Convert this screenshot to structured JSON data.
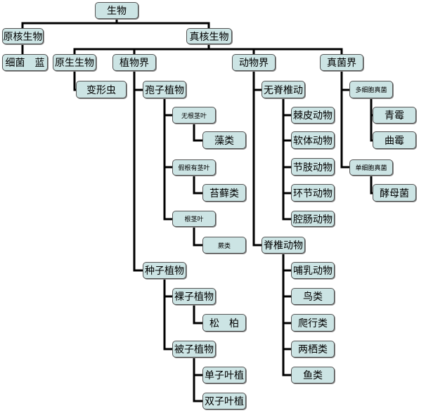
{
  "nodes": [
    {
      "id": "root",
      "label": "生物"
    },
    {
      "id": "prokaryote",
      "label": "原核生物"
    },
    {
      "id": "eukaryote",
      "label": "真核生物"
    },
    {
      "id": "bacteria",
      "label": "细菌　蓝"
    },
    {
      "id": "protist",
      "label": "原生生物"
    },
    {
      "id": "plant",
      "label": "植物界"
    },
    {
      "id": "animal",
      "label": "动物界"
    },
    {
      "id": "fungi",
      "label": "真菌界"
    },
    {
      "id": "amoeba",
      "label": "变形虫"
    },
    {
      "id": "spore-plant",
      "label": "孢子植物"
    },
    {
      "id": "no-root",
      "label": "无根茎叶"
    },
    {
      "id": "algae",
      "label": "藻类"
    },
    {
      "id": "pseudo-root",
      "label": "假根有茎叶"
    },
    {
      "id": "moss",
      "label": "苔藓类"
    },
    {
      "id": "root-stem-leaf",
      "label": "根茎叶"
    },
    {
      "id": "fern",
      "label": "蕨类"
    },
    {
      "id": "seed-plant",
      "label": "种子植物"
    },
    {
      "id": "gymnosperm",
      "label": "裸子植物"
    },
    {
      "id": "pine",
      "label": "松　柏"
    },
    {
      "id": "angiosperm",
      "label": "被子植物"
    },
    {
      "id": "monocot",
      "label": "单子叶植"
    },
    {
      "id": "dicot",
      "label": "双子叶植"
    },
    {
      "id": "invertebrate",
      "label": "无脊椎动"
    },
    {
      "id": "echinoderm",
      "label": "棘皮动物"
    },
    {
      "id": "mollusc",
      "label": "软体动物"
    },
    {
      "id": "arthropod",
      "label": "节肢动物"
    },
    {
      "id": "annelid",
      "label": "环节动物"
    },
    {
      "id": "cnidarian",
      "label": "腔肠动物"
    },
    {
      "id": "vertebrate",
      "label": "脊椎动物"
    },
    {
      "id": "mammal",
      "label": "哺乳动物"
    },
    {
      "id": "bird",
      "label": "鸟类"
    },
    {
      "id": "reptile",
      "label": "爬行类"
    },
    {
      "id": "amphibian",
      "label": "两栖类"
    },
    {
      "id": "fish",
      "label": "鱼类"
    },
    {
      "id": "multicellular-fungi",
      "label": "多细胞真菌"
    },
    {
      "id": "penicillium",
      "label": "青霉"
    },
    {
      "id": "aspergillus",
      "label": "曲霉"
    },
    {
      "id": "unicellular-fungi",
      "label": "单细胞真菌"
    },
    {
      "id": "yeast",
      "label": "酵母菌"
    }
  ],
  "colors": {
    "box_fill": "#cce4e4",
    "line": "#000000"
  }
}
